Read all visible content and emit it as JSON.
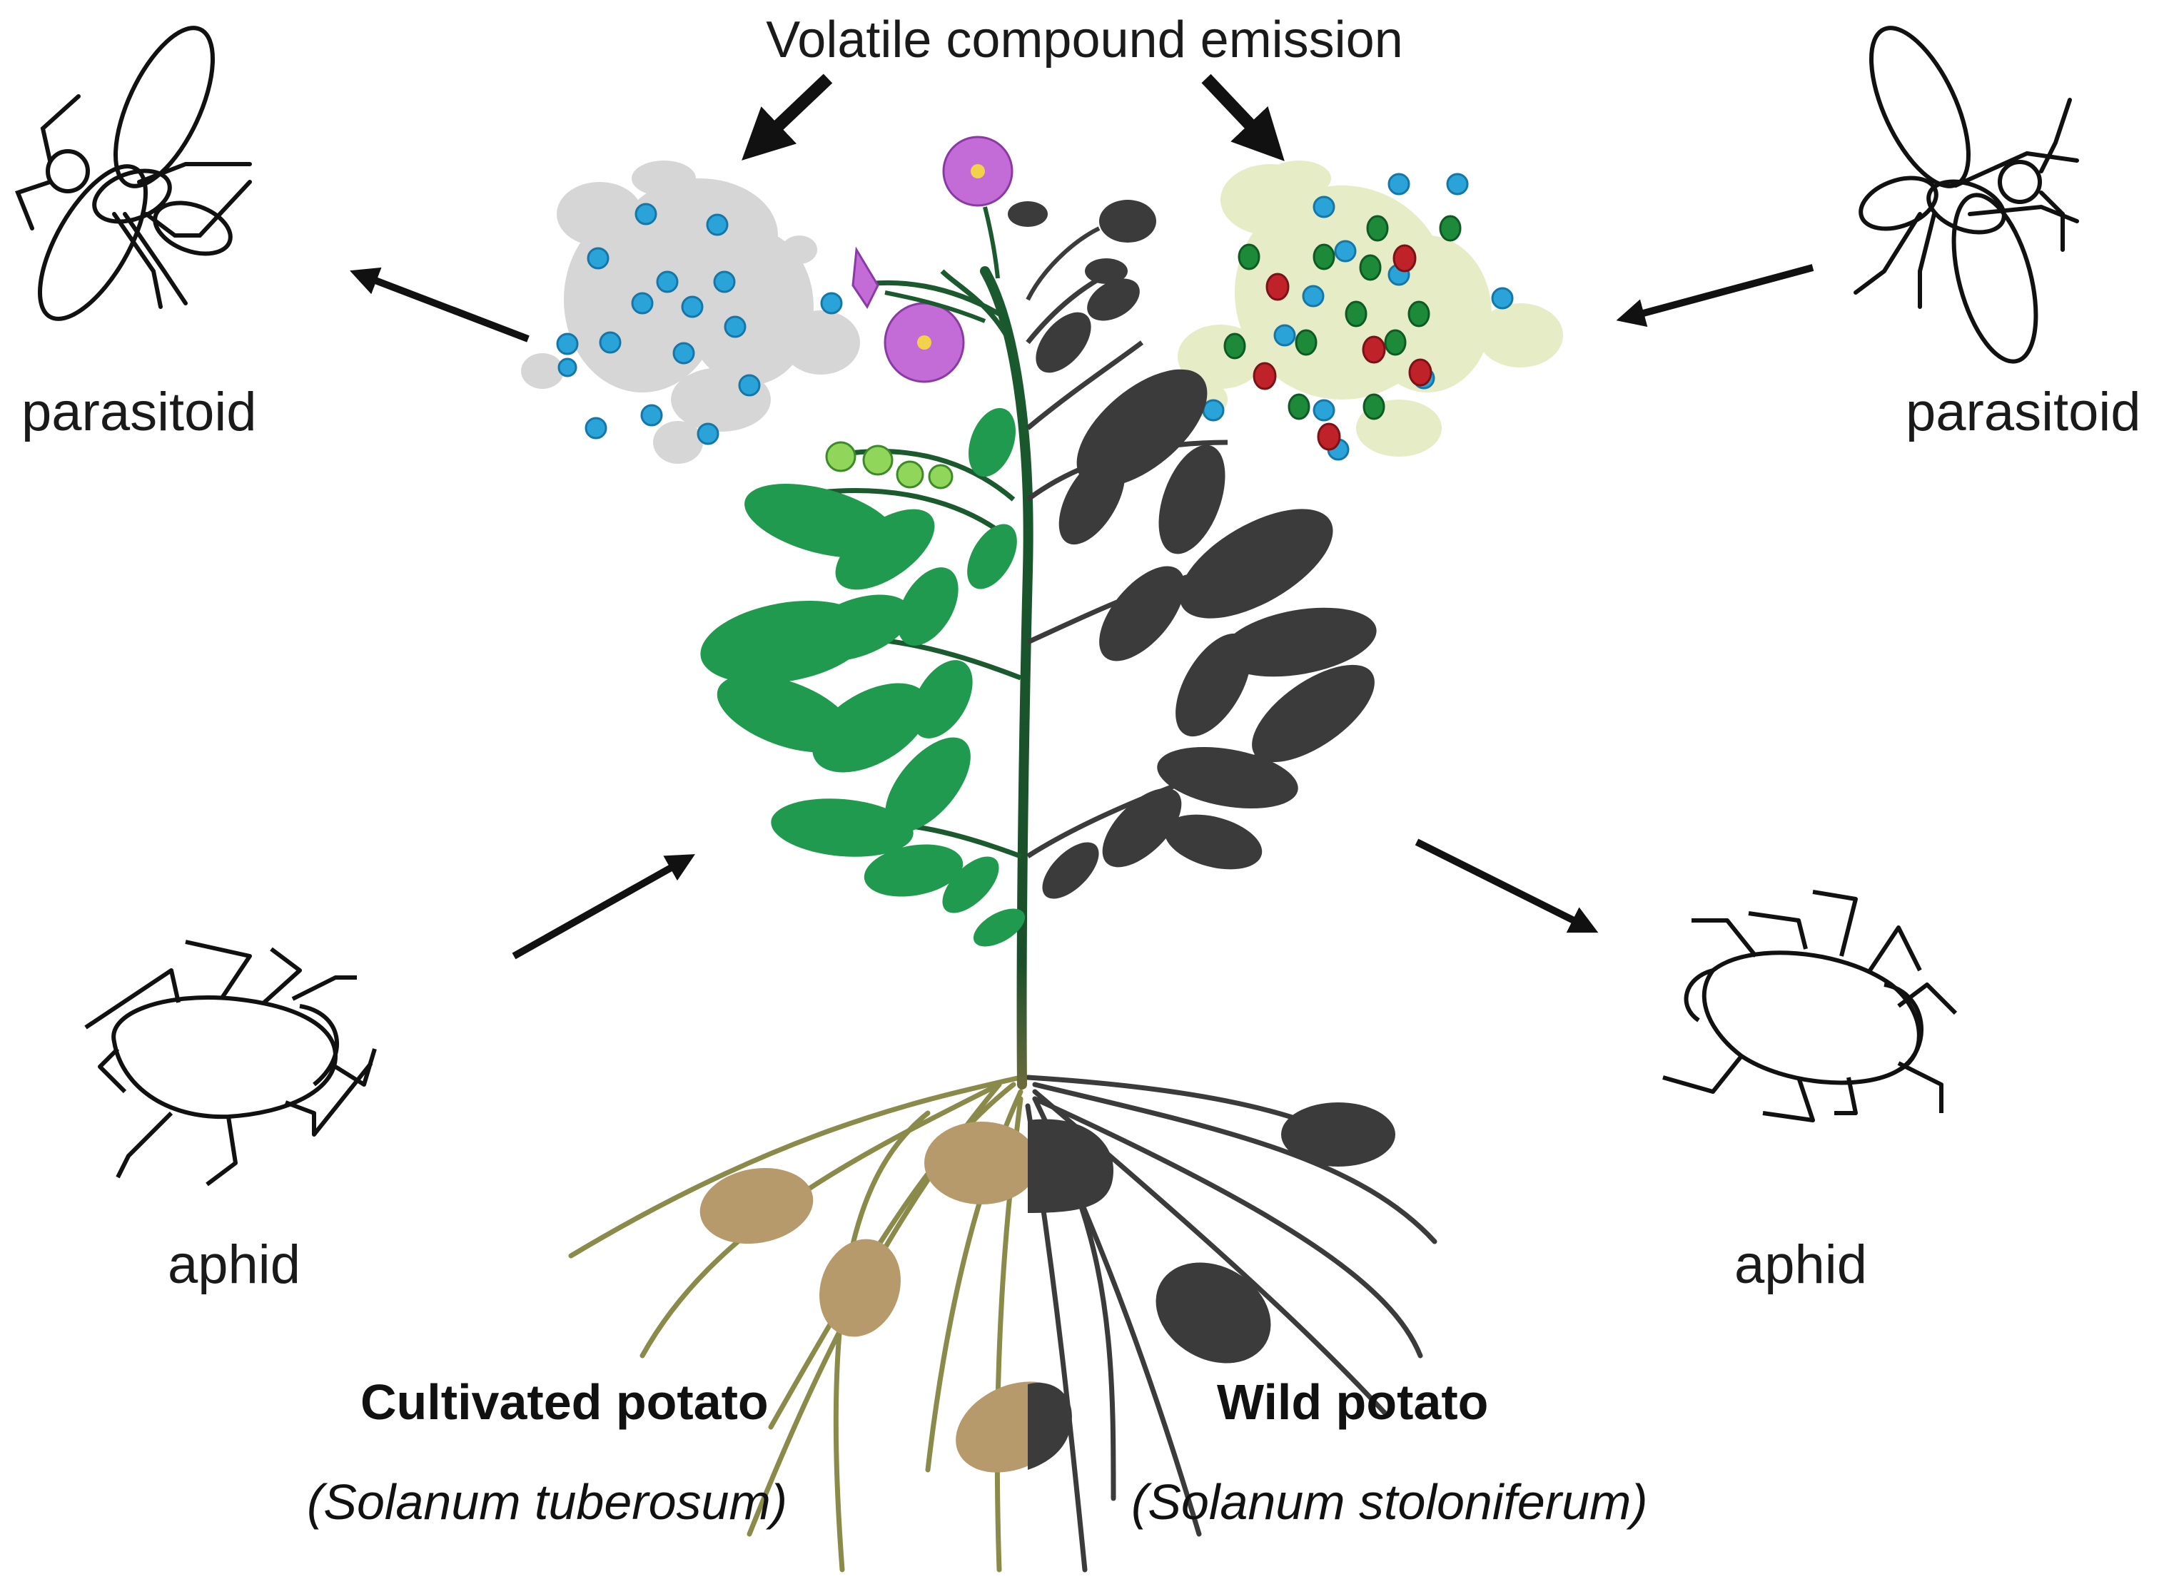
{
  "title": "Volatile compound emission",
  "labels": {
    "parasitoid_left": "parasitoid",
    "parasitoid_right": "parasitoid",
    "aphid_left": "aphid",
    "aphid_right": "aphid"
  },
  "plants": {
    "cultivated": {
      "name": "Cultivated potato",
      "species": "(Solanum tuberosum)"
    },
    "wild": {
      "name": "Wild potato",
      "species": "(Solanum stoloniferum)"
    }
  },
  "colors": {
    "leaf_green": "#1f9a4e",
    "silhouette": "#3b3b3b",
    "flower": "#c36bd6",
    "tuber": "#b69a6c",
    "root": "#8a8a4a",
    "volatile_blue": "#2aa3d9",
    "volatile_green": "#1d8a3a",
    "volatile_red": "#c0222a",
    "cloud_grey": "#cfcfcf",
    "cloud_yellow": "#e5ebc2"
  },
  "icons": [
    "parasitoid-icon",
    "aphid-icon",
    "arrow-icon",
    "flower-icon",
    "tuber-icon"
  ]
}
